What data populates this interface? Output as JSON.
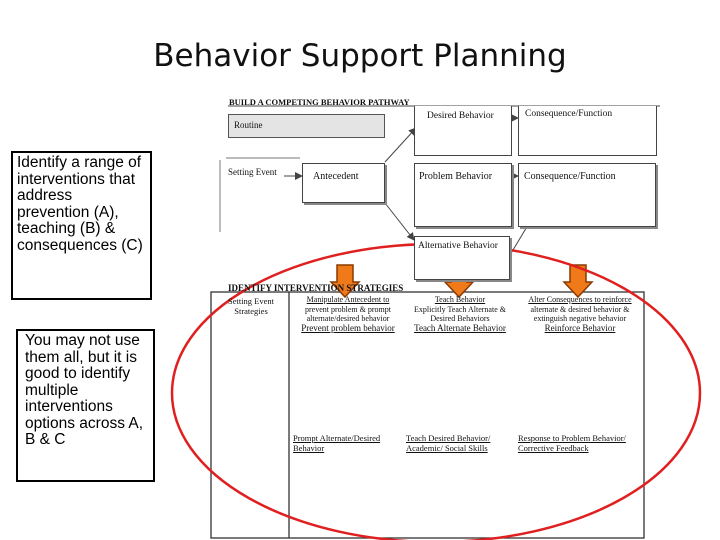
{
  "slide": {
    "title": "Behavior Support Planning",
    "callout1": "Identify a range of interventions that address prevention (A), teaching (B) & consequences (C)",
    "callout2": "You may not use them all, but it is good to identify multiple interventions options across A, B & C"
  },
  "pathway": {
    "header": "BUILD A COMPETING BEHAVIOR PATHWAY",
    "routine": "Routine",
    "desired_behavior": "Desired Behavior",
    "consequence_function_top": "Consequence/Function",
    "setting_event": "Setting Event",
    "antecedent": "Antecedent",
    "problem_behavior": "Problem Behavior",
    "consequence_function": "Consequence/Function",
    "alternative_behavior": "Alternative Behavior"
  },
  "strategies": {
    "header": "IDENTIFY INTERVENTION STRATEGIES",
    "setting_event_strategies": "Setting Event Strategies",
    "col_a_head": "Manipulate Antecedent to",
    "col_a_line2": "prevent problem & prompt",
    "col_a_line3": "alternate/desired behavior",
    "col_a_line4": "Prevent problem behavior",
    "col_b_head": "Teach Behavior",
    "col_b_line2": "Explicitly Teach Alternate &",
    "col_b_line3": "Desired Behaviors",
    "col_b_line4": "Teach Alternate Behavior",
    "col_c_head": "Alter Consequences to reinforce",
    "col_c_line2": "alternate & desired behavior &",
    "col_c_line3": "extinguish negative behavior",
    "col_c_line4": "Reinforce Behavior",
    "row2_a": "Prompt Alternate/Desired Behavior",
    "row2_b": "Teach Desired Behavior/ Academic/ Social Skills",
    "row2_c": "Response to Problem Behavior/ Corrective Feedback"
  },
  "colors": {
    "arrow_fill": "#f07a1a",
    "arrow_outline": "#8a3a00",
    "ellipse": "#e02020"
  }
}
